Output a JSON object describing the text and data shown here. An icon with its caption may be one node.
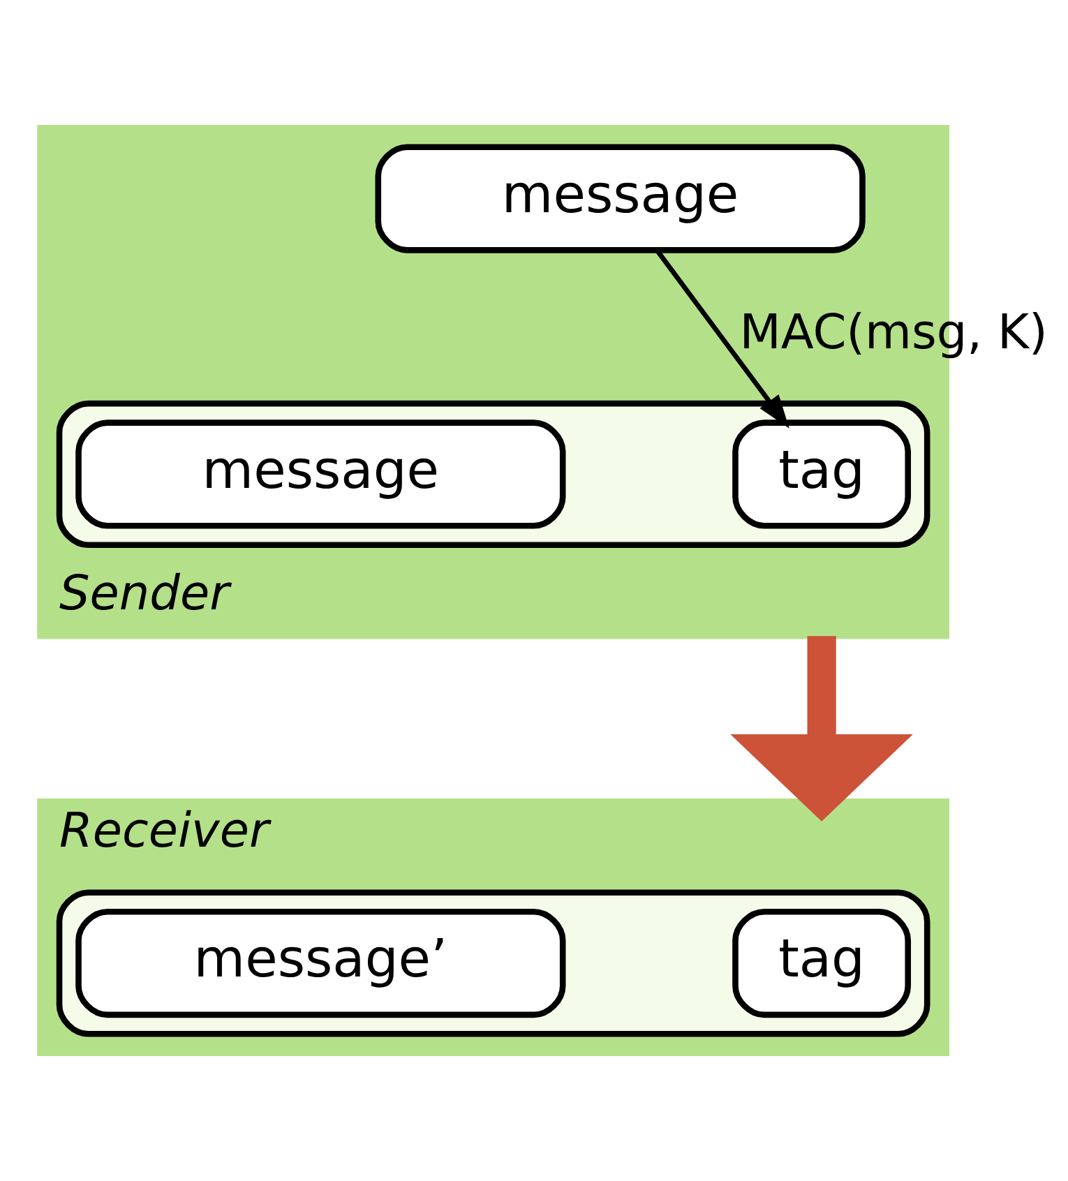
{
  "diagram": {
    "nodes": [
      {
        "text": [
          "Sender"
        ]
      },
      {
        "text": [
          "message"
        ],
        "in": 0
      },
      {
        "text": [],
        "shape": "box",
        "in": 0
      },
      {
        "text": [
          "message"
        ],
        "in": 2
      },
      {
        "text": [
          "tag"
        ],
        "in": 2
      },
      {
        "text": [
          "Receiver"
        ]
      },
      {
        "text": [],
        "shape": "box",
        "in": 5
      },
      {
        "text": [
          "message’"
        ],
        "in": 6
      },
      {
        "text": [
          "tag"
        ],
        "in": 6
      }
    ],
    "edges": [
      {
        "from": 1,
        "to": 4,
        "arrow": "to",
        "label": "MAC(msg, K)"
      },
      {
        "from": 0,
        "to": 5,
        "arrow": "to",
        "style": "thick",
        "color": "#cc5238"
      }
    ]
  }
}
